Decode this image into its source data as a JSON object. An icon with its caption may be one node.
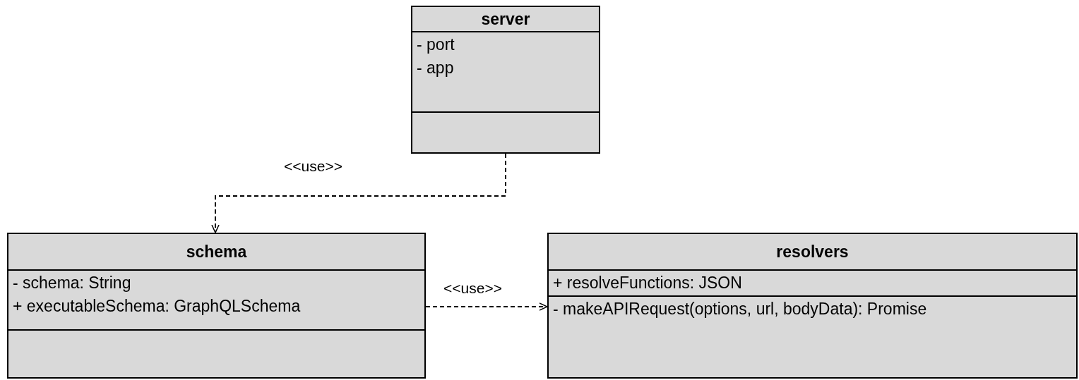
{
  "diagram": {
    "nodes": [
      {
        "text": [
          "server"
        ]
      },
      {
        "text": [
          "- port",
          "- app"
        ],
        "in": 0
      },
      {
        "text": [],
        "shape": "box",
        "in": 0
      },
      {
        "text": [
          "schema"
        ]
      },
      {
        "text": [
          "- schema: String",
          "+ executableSchema: GraphQLSchema"
        ],
        "in": 3
      },
      {
        "text": [],
        "shape": "box",
        "in": 3
      },
      {
        "text": [
          "resolvers"
        ]
      },
      {
        "text": [
          "+ resolveFunctions: JSON"
        ],
        "in": 6
      },
      {
        "text": [
          "- makeAPIRequest(options, url, bodyData): Promise"
        ],
        "in": 6
      }
    ],
    "edges": [
      {
        "from": 0,
        "to": 3,
        "arrow": "to",
        "style": "dashed",
        "label": "<<use>>"
      },
      {
        "from": 3,
        "to": 6,
        "arrow": "to",
        "style": "dashed",
        "label": "<<use>>"
      }
    ]
  }
}
